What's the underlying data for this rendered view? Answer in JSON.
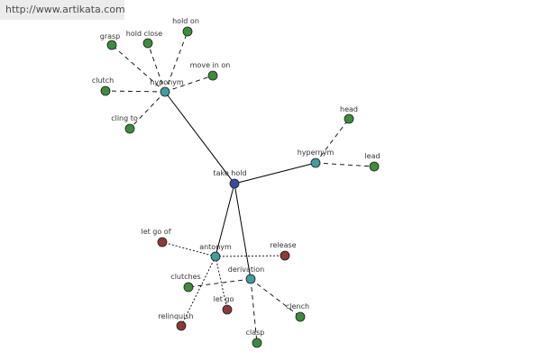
{
  "watermark": "http://www.artikata.com",
  "colors": {
    "center": "#3a4aa0",
    "relation": "#3f9e9e",
    "synonym": "#3f8a3f",
    "antonym": "#8a3a3a",
    "edge": "#000000"
  },
  "nodes": [
    {
      "id": "take-hold",
      "label": "take hold",
      "kind": "center"
    },
    {
      "id": "hyponym",
      "label": "hyponym",
      "kind": "relation"
    },
    {
      "id": "hypernym",
      "label": "hypernym",
      "kind": "relation"
    },
    {
      "id": "antonym",
      "label": "antonym",
      "kind": "relation"
    },
    {
      "id": "derivation",
      "label": "derivation",
      "kind": "relation"
    },
    {
      "id": "grasp",
      "label": "grasp",
      "kind": "synonym"
    },
    {
      "id": "hold-close",
      "label": "hold close",
      "kind": "synonym"
    },
    {
      "id": "hold-on",
      "label": "hold on",
      "kind": "synonym"
    },
    {
      "id": "move-in-on",
      "label": "move in on",
      "kind": "synonym"
    },
    {
      "id": "clutch",
      "label": "clutch",
      "kind": "synonym"
    },
    {
      "id": "cling-to",
      "label": "cling to",
      "kind": "synonym"
    },
    {
      "id": "head",
      "label": "head",
      "kind": "synonym"
    },
    {
      "id": "lead",
      "label": "lead",
      "kind": "synonym"
    },
    {
      "id": "let-go-of",
      "label": "let go of",
      "kind": "antonym"
    },
    {
      "id": "release",
      "label": "release",
      "kind": "antonym"
    },
    {
      "id": "let-go",
      "label": "let go",
      "kind": "antonym"
    },
    {
      "id": "relinquish",
      "label": "relinquish",
      "kind": "antonym"
    },
    {
      "id": "clutches",
      "label": "clutches",
      "kind": "synonym"
    },
    {
      "id": "clench",
      "label": "clench",
      "kind": "synonym"
    },
    {
      "id": "clasp",
      "label": "clasp",
      "kind": "synonym"
    }
  ],
  "edges": [
    {
      "from": "take-hold",
      "to": "hyponym",
      "style": "solid"
    },
    {
      "from": "take-hold",
      "to": "hypernym",
      "style": "solid"
    },
    {
      "from": "take-hold",
      "to": "antonym",
      "style": "solid"
    },
    {
      "from": "take-hold",
      "to": "derivation",
      "style": "solid"
    },
    {
      "from": "hyponym",
      "to": "grasp",
      "style": "dashed"
    },
    {
      "from": "hyponym",
      "to": "hold-close",
      "style": "dashed"
    },
    {
      "from": "hyponym",
      "to": "hold-on",
      "style": "dashed"
    },
    {
      "from": "hyponym",
      "to": "move-in-on",
      "style": "dashed"
    },
    {
      "from": "hyponym",
      "to": "clutch",
      "style": "dashed"
    },
    {
      "from": "hyponym",
      "to": "cling-to",
      "style": "dashed"
    },
    {
      "from": "hypernym",
      "to": "head",
      "style": "dashed"
    },
    {
      "from": "hypernym",
      "to": "lead",
      "style": "dashed"
    },
    {
      "from": "antonym",
      "to": "let-go-of",
      "style": "dotted"
    },
    {
      "from": "antonym",
      "to": "release",
      "style": "dotted"
    },
    {
      "from": "antonym",
      "to": "let-go",
      "style": "dotted"
    },
    {
      "from": "antonym",
      "to": "relinquish",
      "style": "dotted"
    },
    {
      "from": "derivation",
      "to": "clutches",
      "style": "dashed"
    },
    {
      "from": "derivation",
      "to": "clench",
      "style": "dashed"
    },
    {
      "from": "derivation",
      "to": "clasp",
      "style": "dashed"
    }
  ]
}
